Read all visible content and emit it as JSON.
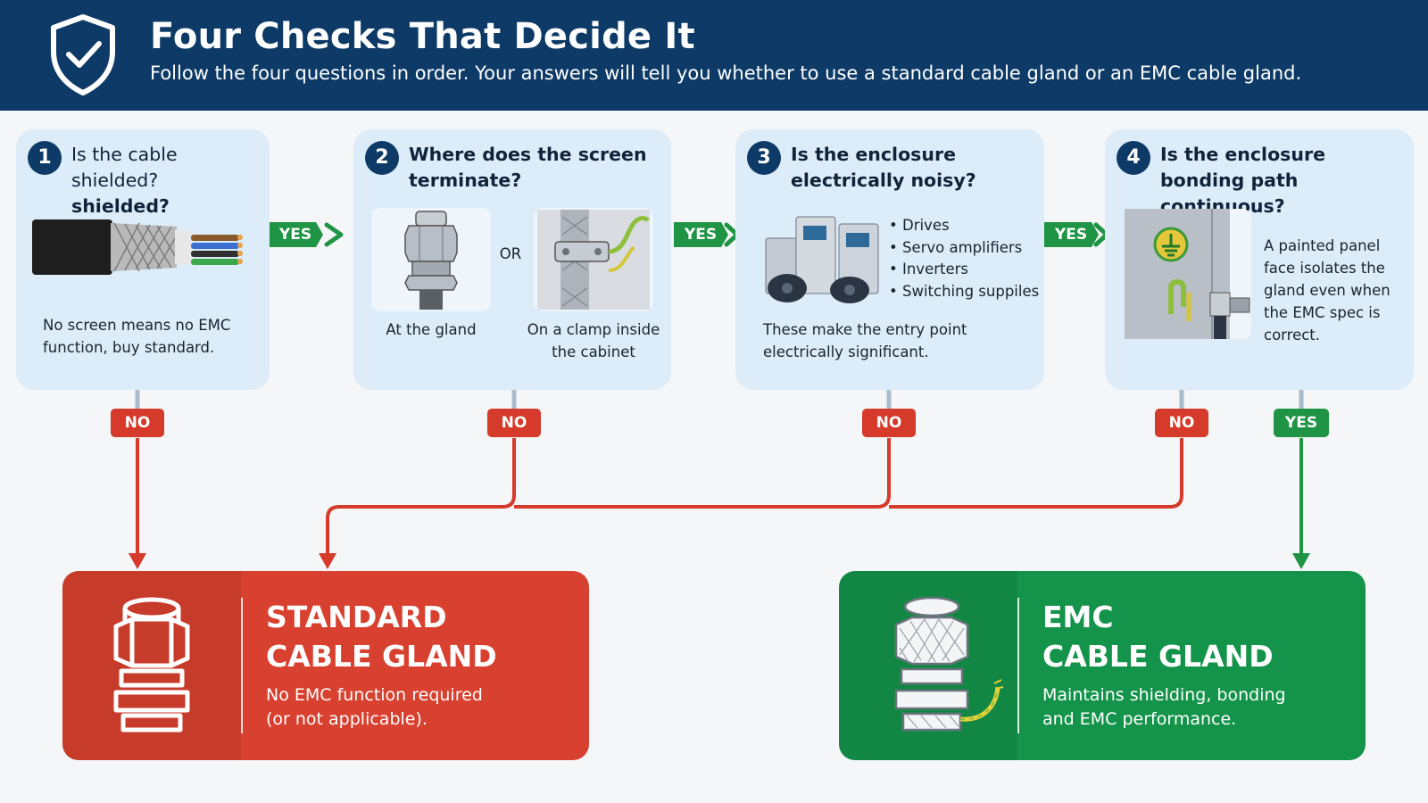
{
  "header": {
    "title": "Four Checks That Decide It",
    "subtitle": "Follow the four questions in order. Your answers will tell you whether to use a standard cable gland or an EMC cable gland.",
    "icon": "shield-check-icon"
  },
  "steps": [
    {
      "number": "1",
      "question_line1": "Is the cable shielded?",
      "question_line2": "shielded?",
      "note": "No screen means no EMC function, buy standard.",
      "answer_no": "NO",
      "answer_yes": "YES"
    },
    {
      "number": "2",
      "question": "Where does the screen terminate?",
      "options": [
        "At the gland",
        "On a clamp inside the cabinet"
      ],
      "or_label": "OR",
      "answer_no": "NO",
      "answer_yes": "YES"
    },
    {
      "number": "3",
      "question": "Is the enclosure electrically noisy?",
      "bullets": [
        "Drives",
        "Servo amplifiers",
        "Inverters",
        "Switching suppiles"
      ],
      "note": "These make the entry point electrically significant.",
      "answer_no": "NO",
      "answer_yes": "YES"
    },
    {
      "number": "4",
      "question": "Is the enclosure bonding path continuous?",
      "note": "A painted panel face isolates the gland even when the EMC spec is correct.",
      "answer_no": "NO",
      "answer_yes": "YES"
    }
  ],
  "outcomes": {
    "standard": {
      "title_line1": "STANDARD",
      "title_line2": "CABLE GLAND",
      "desc_line1": "No EMC function required",
      "desc_line2": "(or not applicable).",
      "color": "#d8402f"
    },
    "emc": {
      "title_line1": "EMC",
      "title_line2": "CABLE GLAND",
      "desc_line1": "Maintains shielding, bonding",
      "desc_line2": "and EMC performance.",
      "color": "#14934a"
    }
  },
  "colors": {
    "navy": "#0d3a66",
    "card": "#dcecf8",
    "no_red": "#d53a2a",
    "yes_green": "#1f9444"
  }
}
